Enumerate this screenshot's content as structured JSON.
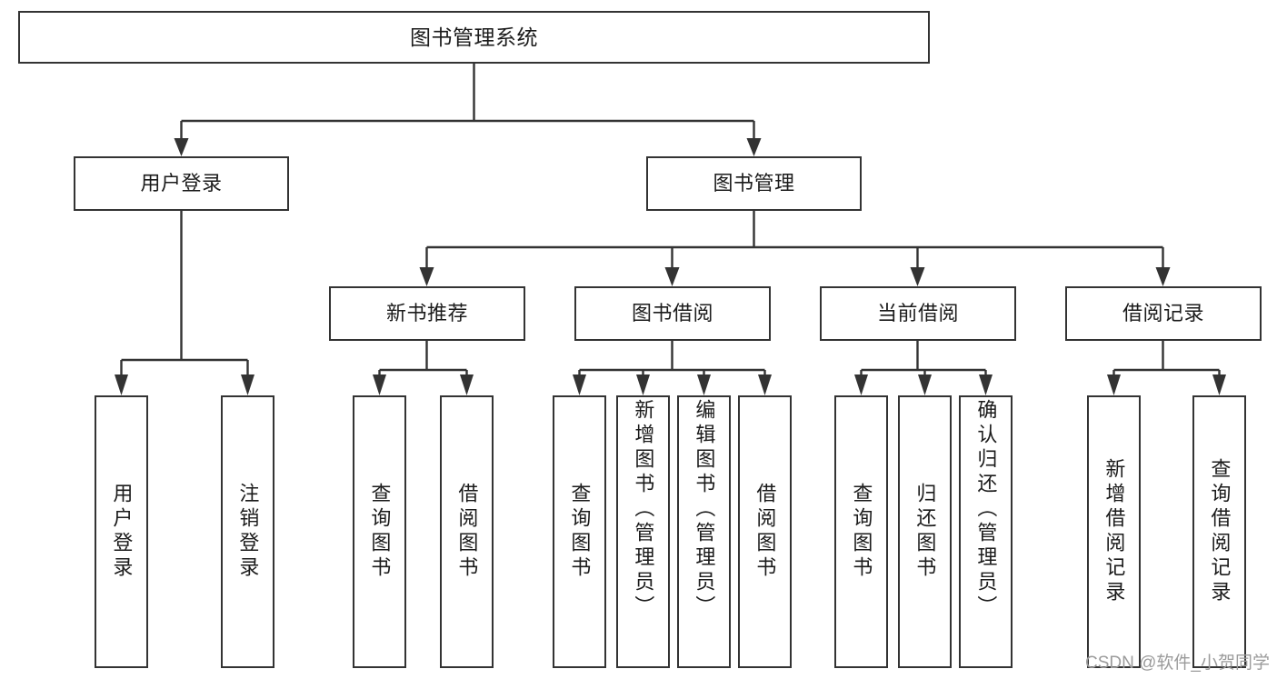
{
  "diagram": {
    "type": "tree",
    "title": "图书管理系统",
    "root": {
      "label": "图书管理系统"
    },
    "level2": [
      {
        "label": "用户登录"
      },
      {
        "label": "图书管理"
      }
    ],
    "level3": [
      {
        "label": "新书推荐"
      },
      {
        "label": "图书借阅"
      },
      {
        "label": "当前借阅"
      },
      {
        "label": "借阅记录"
      }
    ],
    "leaves": {
      "user_login": [
        {
          "label": "用户登录"
        },
        {
          "label": "注销登录"
        }
      ],
      "new_book_recommend": [
        {
          "label": "查询图书"
        },
        {
          "label": "借阅图书"
        }
      ],
      "book_borrow": [
        {
          "label": "查询图书"
        },
        {
          "label": "新增图书（管理员）"
        },
        {
          "label": "编辑图书（管理员）"
        },
        {
          "label": "借阅图书"
        }
      ],
      "current_borrow": [
        {
          "label": "查询图书"
        },
        {
          "label": "归还图书"
        },
        {
          "label": "确认归还（管理员）"
        }
      ],
      "borrow_record": [
        {
          "label": "新增借阅记录"
        },
        {
          "label": "查询借阅记录"
        }
      ]
    }
  },
  "watermark": {
    "text": "CSDN @软件_小贺同学"
  },
  "colors": {
    "stroke": "#333333",
    "text": "#1b1b1b",
    "background": "#ffffff",
    "watermark": "#9b9b9b"
  }
}
